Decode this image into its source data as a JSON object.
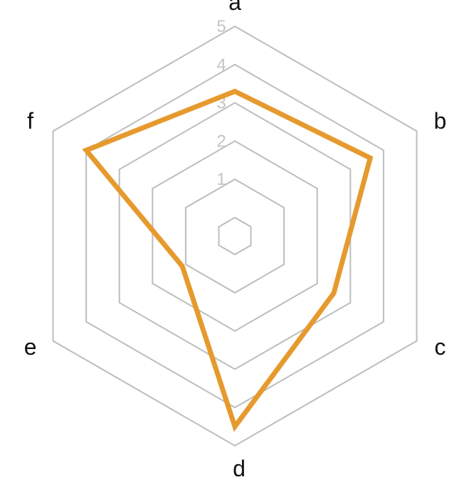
{
  "chart_data": {
    "type": "radar",
    "axes": [
      "a",
      "b",
      "c",
      "d",
      "e",
      "f"
    ],
    "series": [
      {
        "values": [
          3.3,
          3.6,
          2.5,
          4.5,
          1.1,
          4.0
        ],
        "color": "#e69a2e"
      }
    ],
    "range": [
      0,
      5
    ],
    "tick_values": [
      1,
      2,
      3,
      4,
      5
    ],
    "tick_labels": [
      "1",
      "2",
      "3",
      "4",
      "5"
    ],
    "grid": true,
    "grid_color": "#bdbdbd",
    "tick_color": "#c4c4c4",
    "label_color": "#111111"
  }
}
